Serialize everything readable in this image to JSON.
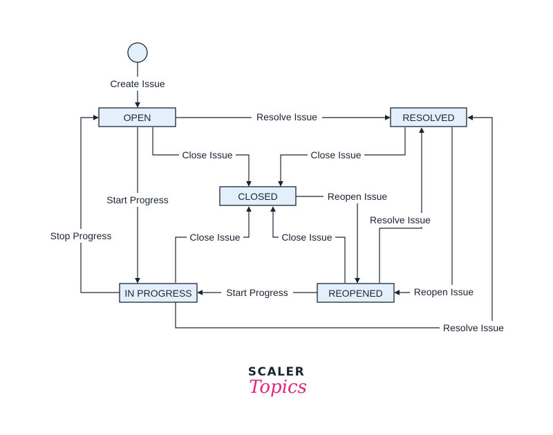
{
  "states": {
    "open": "OPEN",
    "resolved": "RESOLVED",
    "closed": "CLOSED",
    "in_progress": "IN PROGRESS",
    "reopened": "REOPENED"
  },
  "transitions": {
    "create_issue": "Create Issue",
    "open_resolve": "Resolve Issue",
    "open_close": "Close Issue",
    "resolved_close": "Close Issue",
    "open_start": "Start Progress",
    "inprogress_stop": "Stop Progress",
    "closed_reopen": "Reopen Issue",
    "reopened_resolve": "Resolve Issue",
    "inprogress_close": "Close Issue",
    "reopened_close": "Close Issue",
    "reopened_start": "Start Progress",
    "resolved_reopen": "Reopen Issue",
    "inprogress_resolve": "Resolve Issue"
  },
  "logo": {
    "line1": "SCALER",
    "line2": "Topics"
  },
  "colors": {
    "node_fill": "#e3f0fc",
    "stroke": "#1a2433",
    "logo_accent": "#e0267a"
  }
}
